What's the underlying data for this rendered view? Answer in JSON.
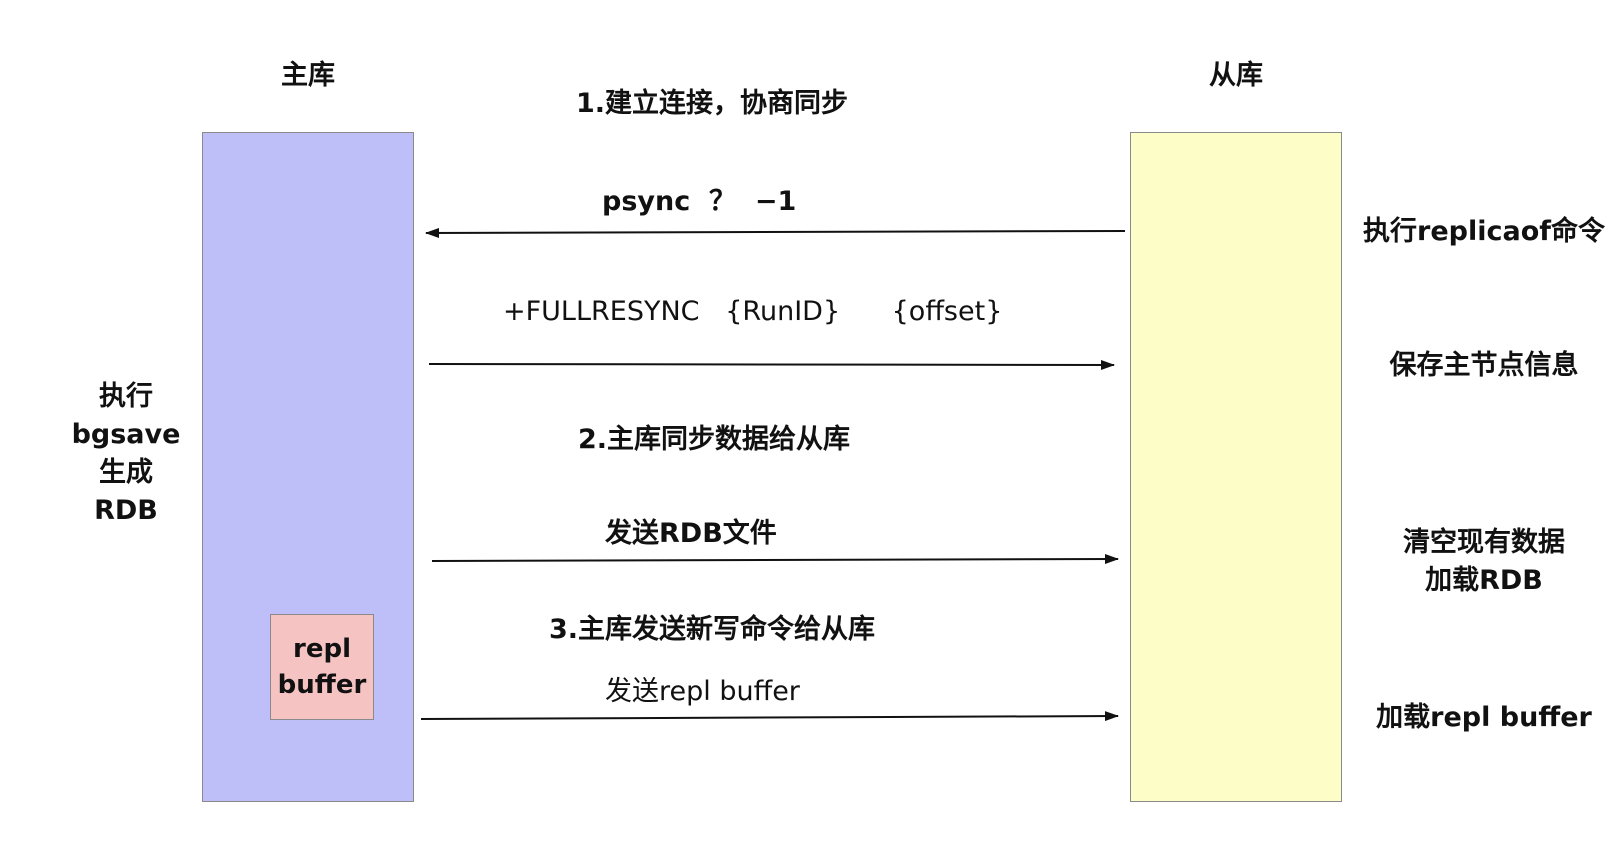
{
  "master": {
    "title": "主库",
    "action_lines": [
      "执行",
      "bgsave",
      "生成",
      "RDB"
    ]
  },
  "slave": {
    "title": "从库"
  },
  "repl_buffer_lines": [
    "repl",
    "buffer"
  ],
  "phases": {
    "phase1": "1.建立连接，协商同步",
    "phase2": "2.主库同步数据给从库",
    "phase3": "3.主库发送新写命令给从库"
  },
  "messages": {
    "psync": "psync  ？  −1",
    "fullresync": "+FULLRESYNC   {RunID}      {offset}",
    "send_rdb": "发送RDB文件",
    "send_repl": "发送repl buffer"
  },
  "slave_actions": {
    "replicaof": "执行replicaof命令",
    "save_info": "保存主节点信息",
    "clear_load_lines": [
      "清空现有数据",
      "加载RDB"
    ],
    "load_repl": "加载repl buffer"
  },
  "colors": {
    "master_fill": "#bebef8",
    "slave_fill": "#fdfdc7",
    "repl_fill": "#f6c3c3"
  }
}
